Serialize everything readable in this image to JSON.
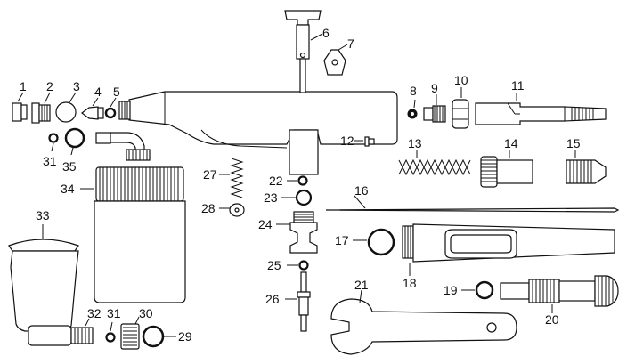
{
  "diagram": {
    "labels": {
      "p1": "1",
      "p2": "2",
      "p3": "3",
      "p4": "4",
      "p5": "5",
      "p6": "6",
      "p7": "7",
      "p8": "8",
      "p9": "9",
      "p10": "10",
      "p11": "11",
      "p12": "12",
      "p13": "13",
      "p14": "14",
      "p15": "15",
      "p16": "16",
      "p17": "17",
      "p18": "18",
      "p19": "19",
      "p20": "20",
      "p21": "21",
      "p22": "22",
      "p23": "23",
      "p24": "24",
      "p25": "25",
      "p26": "26",
      "p27": "27",
      "p28": "28",
      "p29": "29",
      "p30": "30",
      "p31a": "31",
      "p31b": "31",
      "p32": "32",
      "p33": "33",
      "p34": "34",
      "p35": "35"
    }
  }
}
